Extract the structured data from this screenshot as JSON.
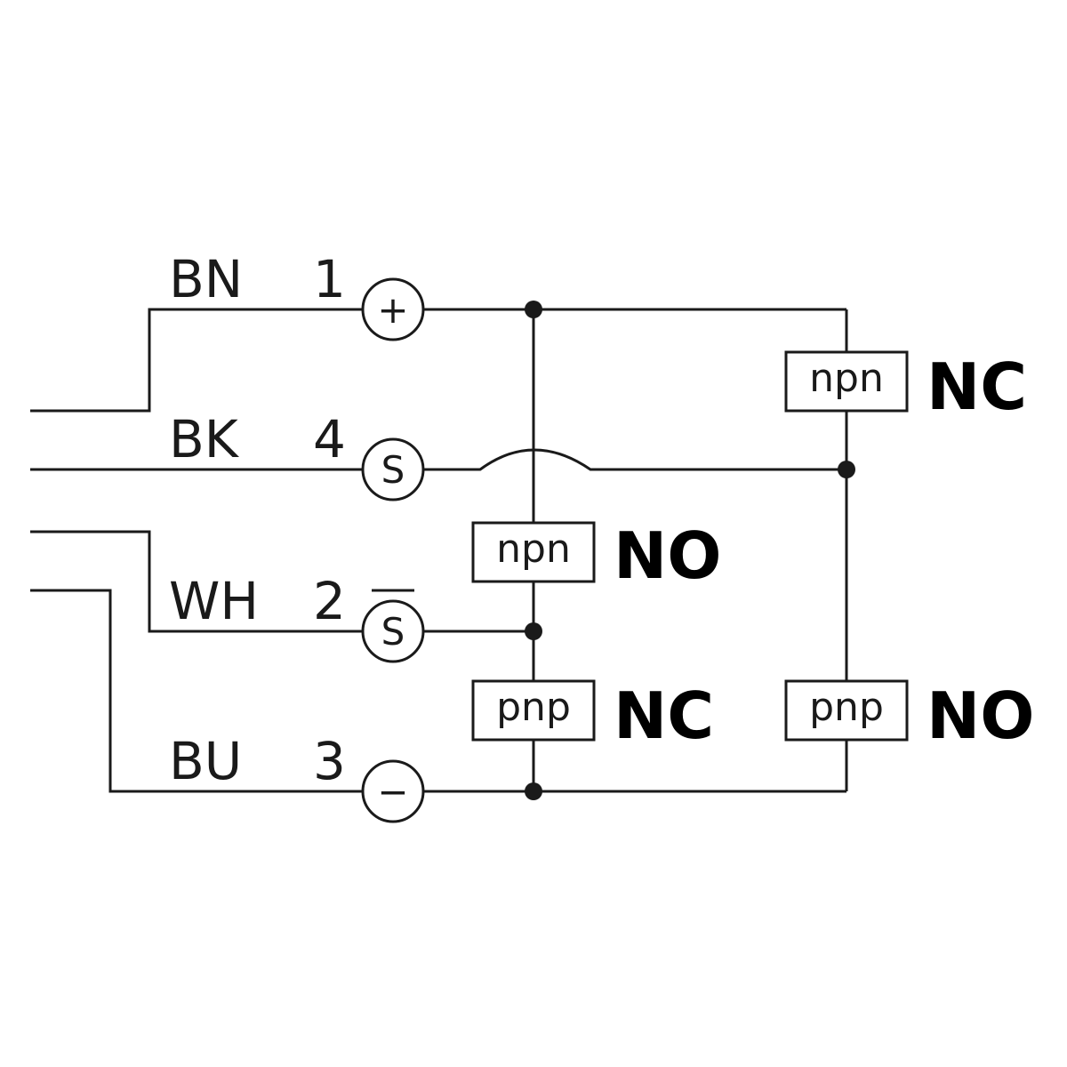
{
  "wires": [
    {
      "color": "BN",
      "pin": "1",
      "symbol": "+"
    },
    {
      "color": "BK",
      "pin": "4",
      "symbol": "S"
    },
    {
      "color": "WH",
      "pin": "2",
      "symbol": "S"
    },
    {
      "color": "BU",
      "pin": "3",
      "symbol": "−"
    }
  ],
  "outputs": [
    {
      "type": "npn",
      "function": "NO"
    },
    {
      "type": "pnp",
      "function": "NC"
    },
    {
      "type": "npn",
      "function": "NC"
    },
    {
      "type": "pnp",
      "function": "NO"
    }
  ]
}
